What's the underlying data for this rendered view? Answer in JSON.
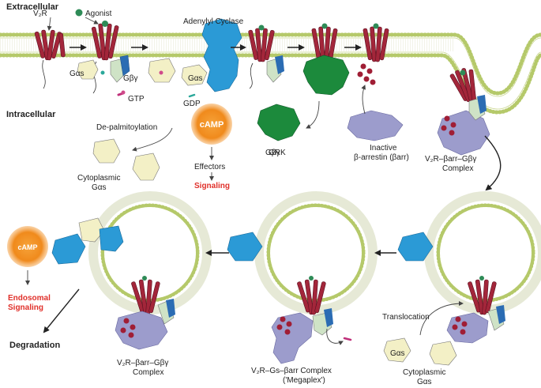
{
  "regions": {
    "extracellular": "Extracellular",
    "intracellular": "Intracellular"
  },
  "receptor": "V₂R",
  "agonist": "Agonist",
  "gas": "Gαs",
  "gby": "Gβγ",
  "gtp": "GTP",
  "gdp": "GDP",
  "adenylyl_cyclase": "Adenylyl Cyclase",
  "camp": "cAMP",
  "depalm": "De-palmitoylation",
  "cytoplasmic_gas": {
    "line1": "Cytoplasmic",
    "line2": "Gαs"
  },
  "effectors": "Effectors",
  "signaling": "Signaling",
  "grk": "GRK",
  "inactive_arrestin": {
    "line1": "Inactive",
    "line2": "β-arrestin (βarr)"
  },
  "complex1": {
    "line1": "V₂R–βarr–Gβγ",
    "line2": "Complex"
  },
  "endosomal_signaling": {
    "line1": "Endosomal",
    "line2": "Signaling"
  },
  "degradation": "Degradation",
  "complex2": {
    "line1": "V₂R–βarr–Gβγ",
    "line2": "Complex"
  },
  "megaplex": {
    "line1": "V₂R–Gs–βarr Complex",
    "line2": "('Megaplex')"
  },
  "translocation": "Translocation",
  "colors": {
    "membrane": "#b5c96a",
    "receptor": "#a3263a",
    "gas": "#f3f0c6",
    "gby": "#cfe3c6",
    "gby_blue": "#2b6cb3",
    "ac": "#2b9ad6",
    "grk": "#1c8a3c",
    "arrestin": "#9c9ccc",
    "camp": "#f08a1c",
    "phospho": "#a01e35",
    "red_text": "#e0302a"
  }
}
